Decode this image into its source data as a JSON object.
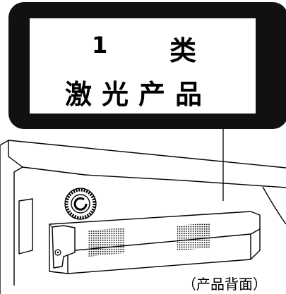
{
  "label": {
    "class_number": "1",
    "class_word": "类",
    "product_text": "激光产品"
  },
  "caption": "（产品背面）"
}
